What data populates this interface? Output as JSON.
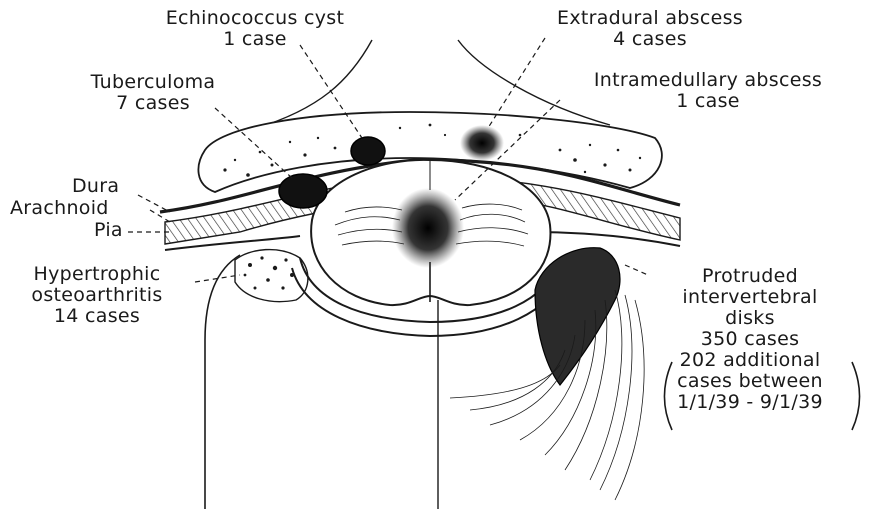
{
  "colors": {
    "ink": "#1a1a1a",
    "paper": "#ffffff",
    "hatch": "#333333"
  },
  "labels": {
    "echinococcus": {
      "line1": "Echinococcus cyst",
      "line2": "1 case"
    },
    "extradural": {
      "line1": "Extradural abscess",
      "line2": "4 cases"
    },
    "tuberculoma": {
      "line1": "Tuberculoma",
      "line2": "7 cases"
    },
    "intramedullary": {
      "line1": "Intramedullary abscess",
      "line2": "1 case"
    },
    "dura": "Dura",
    "arachnoid": "Arachnoid",
    "pia": "Pia",
    "hypertrophic": {
      "line1": "Hypertrophic",
      "line2": "osteoarthritis",
      "line3": "14 cases"
    },
    "protruded": {
      "line1": "Protruded",
      "line2": "intervertebral",
      "line3": "disks",
      "line4": "350 cases",
      "line5": "202 additional",
      "line6": "cases between",
      "line7": "1/1/39 - 9/1/39"
    }
  }
}
